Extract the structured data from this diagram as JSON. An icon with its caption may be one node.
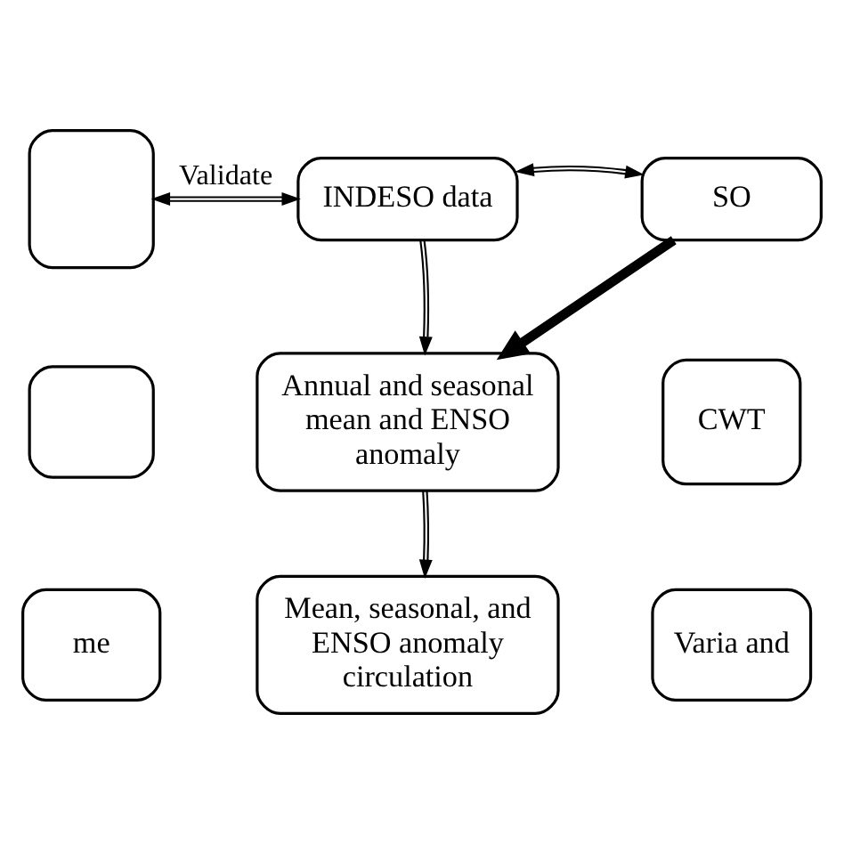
{
  "diagram": {
    "nodes": [
      {
        "text": [],
        "shape": "box"
      },
      {
        "text": [
          "INDESO data"
        ]
      },
      {
        "text": [
          "SO"
        ]
      },
      {
        "text": [],
        "shape": "box"
      },
      {
        "text": [
          "Annual and seasonal mean and ENSO anomaly"
        ]
      },
      {
        "text": [
          "CWT"
        ]
      },
      {
        "text": [
          "me"
        ]
      },
      {
        "text": [
          "Mean, seasonal, and ENSO anomaly circulation"
        ]
      },
      {
        "text": [
          "Varia and"
        ]
      }
    ],
    "edges": [
      {
        "from": 0,
        "to": 1,
        "arrow": "both",
        "label": "Validate"
      },
      {
        "from": 1,
        "to": 2,
        "arrow": "both"
      },
      {
        "from": 1,
        "to": 4,
        "arrow": "to"
      },
      {
        "from": 2,
        "to": 4,
        "arrow": "to",
        "style": "thick"
      },
      {
        "from": 4,
        "to": 7,
        "arrow": "to"
      }
    ]
  }
}
